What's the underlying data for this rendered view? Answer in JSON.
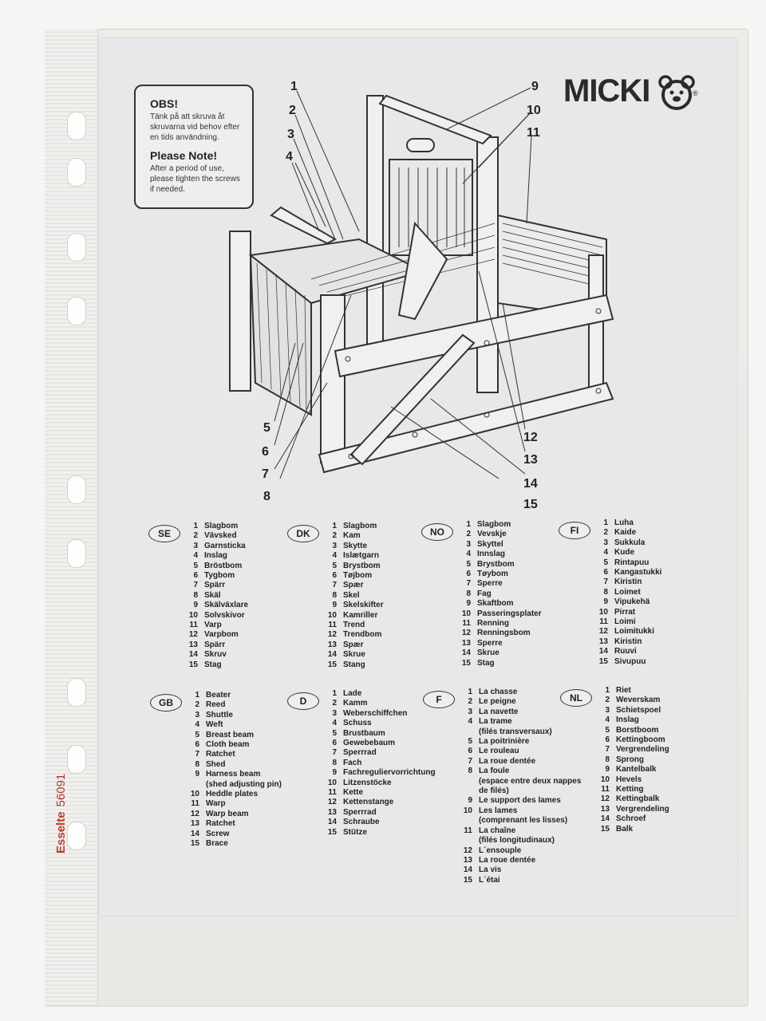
{
  "sleeve": {
    "brand": "Esselte",
    "code": "56091"
  },
  "note": {
    "heading_se": "OBS!",
    "text_se": "Tänk på att skruva åt skruvarna vid behov efter en tids användning.",
    "heading_en": "Please Note!",
    "text_en": "After a period of use, please tighten the screws if needed."
  },
  "logo": {
    "text": "MICKI",
    "reg": "®"
  },
  "callouts": [
    "1",
    "2",
    "3",
    "4",
    "5",
    "6",
    "7",
    "8",
    "9",
    "10",
    "11",
    "12",
    "13",
    "14",
    "15"
  ],
  "languages": [
    {
      "code": "SE",
      "items": [
        "1  Slagbom",
        "2  Vävsked",
        "3  Garnsticka",
        "4  Inslag",
        "5  Bröstbom",
        "6  Tygbom",
        "7  Spärr",
        "8  Skäl",
        "9  Skälväxlare",
        "10  Solvskivor",
        "11  Varp",
        "12  Varpbom",
        "13  Spärr",
        "14  Skruv",
        "15  Stag"
      ]
    },
    {
      "code": "DK",
      "items": [
        "1  Slagbom",
        "2  Kam",
        "3  Skytte",
        "4  Islætgarn",
        "5  Brystbom",
        "6  Tøjbom",
        "7  Spær",
        "8  Skel",
        "9  Skelskifter",
        "10  Kamriller",
        "11  Trend",
        "12  Trendbom",
        "13  Spær",
        "14  Skrue",
        "15  Stang"
      ]
    },
    {
      "code": "NO",
      "items": [
        "1  Slagbom",
        "2  Vevskje",
        "3  Skyttel",
        "4  Innslag",
        "5  Brystbom",
        "6  Tøybom",
        "7  Sperre",
        "8  Fag",
        "9  Skaftbom",
        "10  Passeringsplater",
        "11  Renning",
        "12  Renningsbom",
        "13  Sperre",
        "14  Skrue",
        "15  Stag"
      ]
    },
    {
      "code": "FI",
      "items": [
        "1  Luha",
        "2  Kaide",
        "3  Sukkula",
        "4  Kude",
        "5  Rintapuu",
        "6  Kangastukki",
        "7  Kiristin",
        "8  Loimet",
        "9  Vipukehä",
        "10  Pirrat",
        "11  Loimi",
        "12  Loimitukki",
        "13  Kiristin",
        "14  Ruuvi",
        "15  Sivupuu"
      ]
    },
    {
      "code": "GB",
      "items": [
        "1  Beater",
        "2  Reed",
        "3  Shuttle",
        "4  Weft",
        "5  Breast beam",
        "6  Cloth beam",
        "7  Ratchet",
        "8  Shed",
        "9  Harness beam",
        "   (shed adjusting pin)",
        "10  Heddle plates",
        "11  Warp",
        "12  Warp beam",
        "13  Ratchet",
        "14  Screw",
        "15  Brace"
      ]
    },
    {
      "code": "D",
      "items": [
        "1  Lade",
        "2  Kamm",
        "3  Weberschiffchen",
        "4  Schuss",
        "5  Brustbaum",
        "6  Gewebebaum",
        "7  Sperrrad",
        "8  Fach",
        "9  Fachreguliervorrichtung",
        "10  Litzenstöcke",
        "11  Kette",
        "12  Kettenstange",
        "13  Sperrrad",
        "14  Schraube",
        "15  Stütze"
      ]
    },
    {
      "code": "F",
      "items": [
        "1  La chasse",
        "2  Le peigne",
        "3  La navette",
        "4  La trame",
        "   (filés transversaux)",
        "5  La poitrinière",
        "6  Le rouleau",
        "7  La roue dentée",
        "8  La foule",
        "   (espace entre deux nappes",
        "   de filés)",
        "9  Le support des lames",
        "10  Les lames",
        "   (comprenant les lisses)",
        "11  La chaîne",
        "   (filés longitudinaux)",
        "12  L´ensouple",
        "13  La roue dentée",
        "14  La vis",
        "15  L´étai"
      ]
    },
    {
      "code": "NL",
      "items": [
        "1  Riet",
        "2  Weverskam",
        "3  Schietspoel",
        "4  Inslag",
        "5  Borstboom",
        "6  Kettingboom",
        "7  Vergrendeling",
        "8  Sprong",
        "9  Kantelbalk",
        "10  Hevels",
        "11  Ketting",
        "12  Kettingbalk",
        "13  Vergrendeling",
        "14  Schroef",
        "15  Balk"
      ]
    }
  ]
}
